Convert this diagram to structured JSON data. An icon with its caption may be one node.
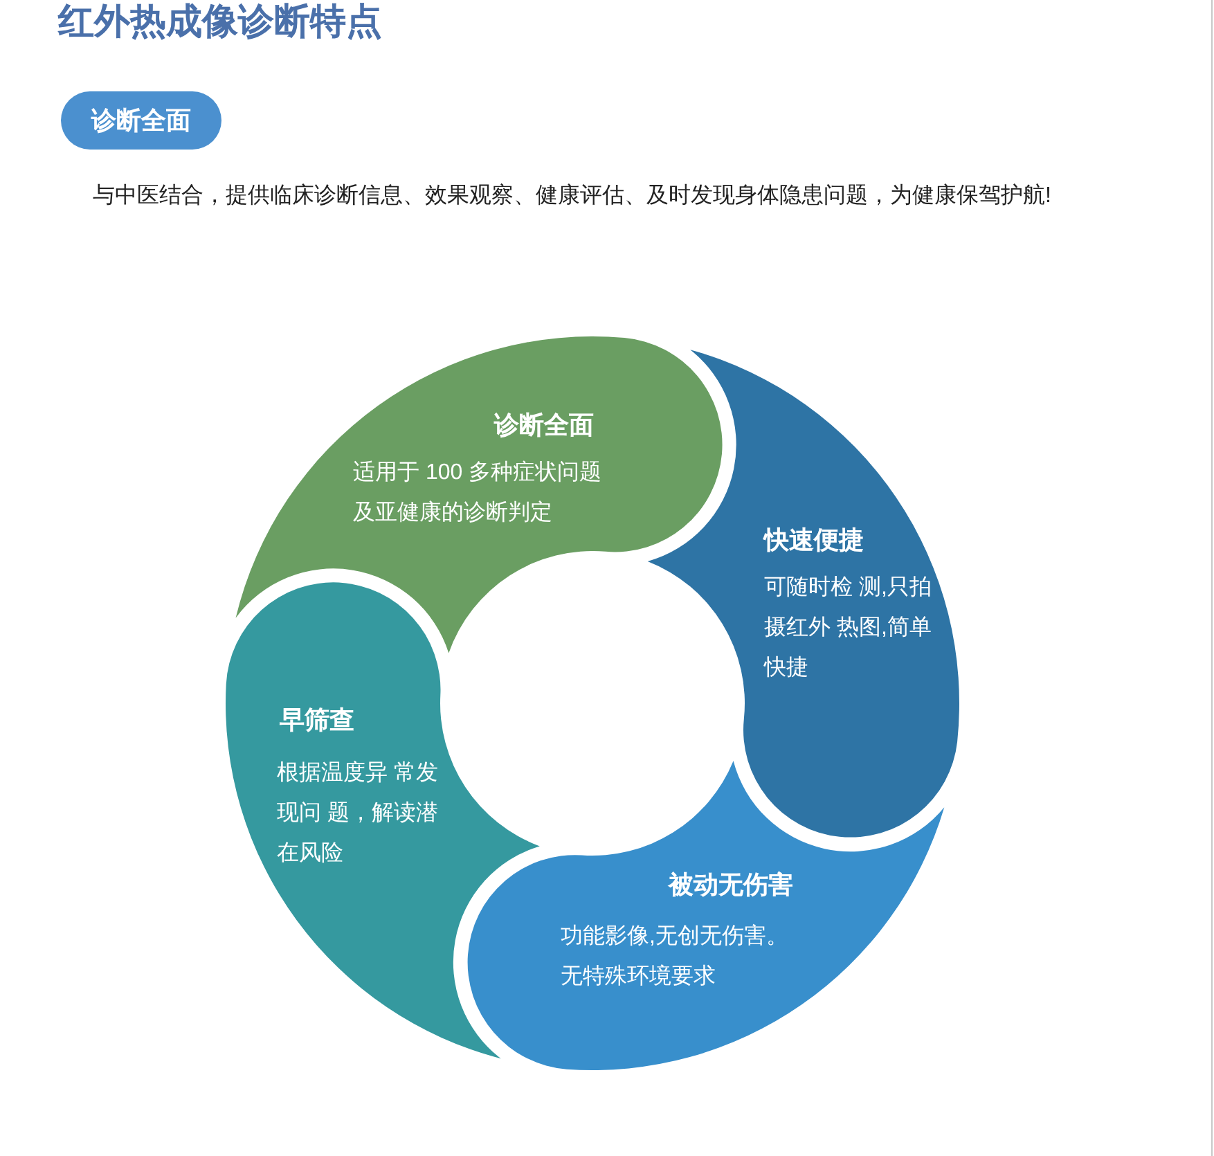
{
  "diagram": {
    "title": "红外热成像诊断特点",
    "nodes": [
      {
        "text": [
          "诊断全面"
        ]
      },
      {
        "text": [
          "诊断全面",
          "适用于 100 多种症状问题及亚健康的诊断判定"
        ]
      },
      {
        "text": [
          "快速便捷",
          "可随时检 测,只拍摄红外 热图,简单快捷"
        ]
      },
      {
        "text": [
          "被动无伤害",
          "功能影像,无创无伤害。无特殊环境要求"
        ]
      },
      {
        "text": [
          "早筛查",
          "根据温度异 常发现问 题，解读潜在风险"
        ]
      }
    ],
    "labels": [
      "与中医结合，提供临床诊断信息、效果观察、健康评估、及时发现身体隐患问题，为健康保驾护航!"
    ]
  }
}
